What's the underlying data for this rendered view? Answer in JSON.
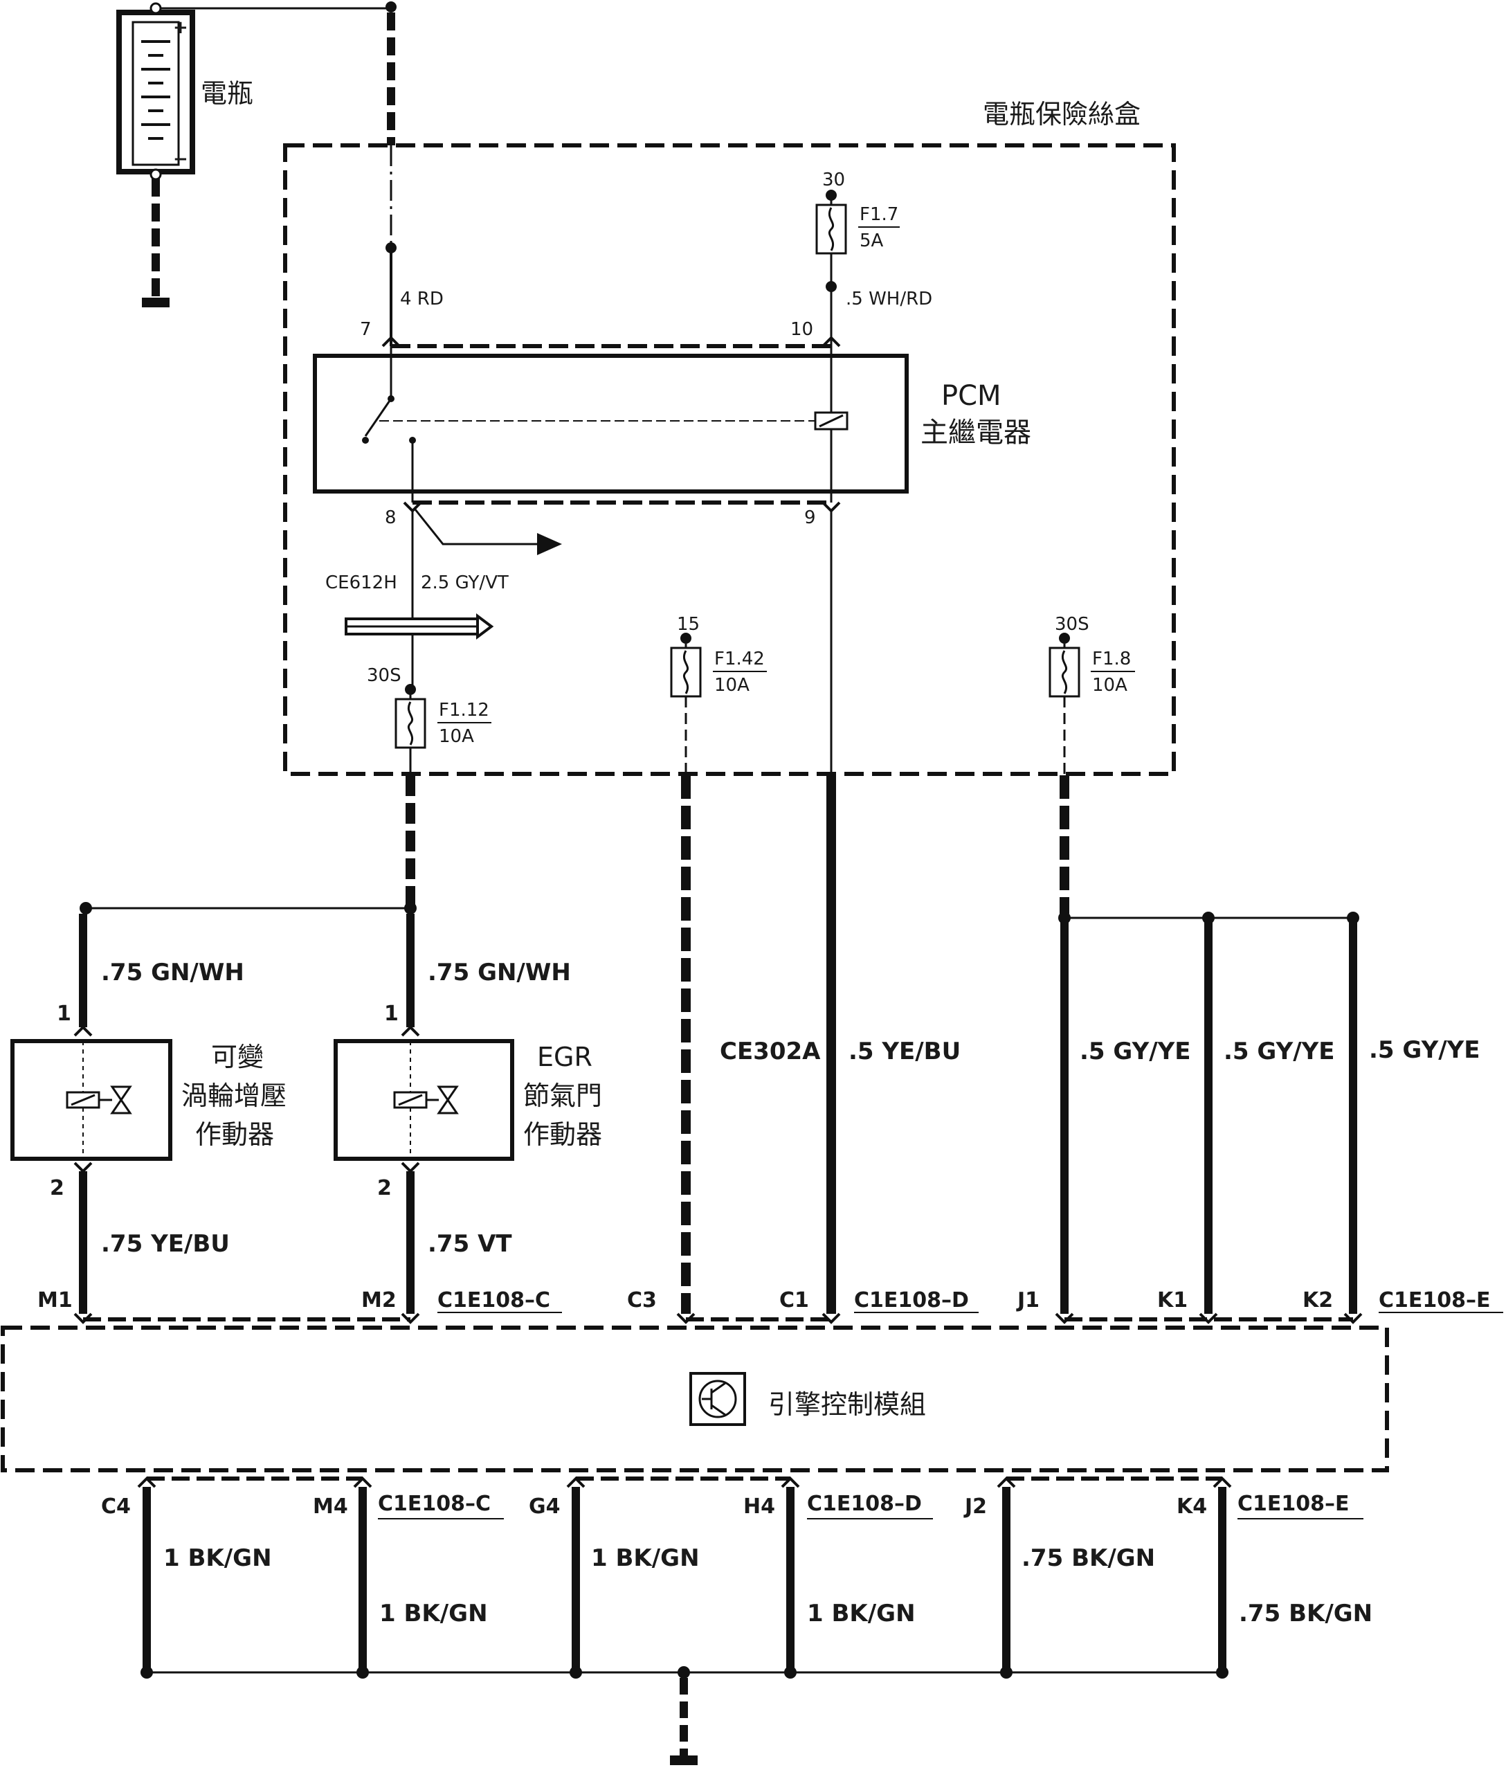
{
  "battery": {
    "label": "電瓶",
    "plus": "+",
    "minus": "−"
  },
  "fuse_box": {
    "label": "電瓶保險絲盒",
    "fuse_f17": {
      "pin": "30",
      "name": "F1.7",
      "rating": "5A"
    },
    "fuse_f112": {
      "pin": "30S",
      "name": "F1.12",
      "rating": "10A"
    },
    "fuse_f142": {
      "pin": "15",
      "name": "F1.42",
      "rating": "10A"
    },
    "fuse_f18": {
      "pin": "30S",
      "name": "F1.8",
      "rating": "10A"
    },
    "wire_4rd": "4 RD",
    "wire_5whrd": ".5 WH/RD",
    "pin7": "7",
    "pin10": "10",
    "pin8": "8",
    "pin9": "9",
    "connector": "CE612H",
    "wire_25gyvt": "2.5 GY/VT"
  },
  "relay": {
    "title": "PCM",
    "subtitle": "主繼電器"
  },
  "actuators": {
    "turbo": {
      "line1": "可變",
      "line2": "渦輪增壓",
      "line3": "作動器",
      "pin1": "1",
      "pin2": "2"
    },
    "egr": {
      "line1": "EGR",
      "line2": "節氣門",
      "line3": "作動器",
      "pin1": "1",
      "pin2": "2"
    }
  },
  "wires": {
    "w75gnwh_a": ".75 GN/WH",
    "w75gnwh_b": ".75 GN/WH",
    "w75yebu": ".75 YE/BU",
    "w75vt": ".75 VT",
    "ce302a": "CE302A",
    "w5yebu": ".5 YE/BU",
    "w5gyye_a": ".5 GY/YE",
    "w5gyye_b": ".5 GY/YE",
    "w5gyye_c": ".5 GY/YE",
    "g1": "1 BK/GN",
    "g2": "1 BK/GN",
    "g3": "1 BK/GN",
    "g4": "1 BK/GN",
    "g5": ".75 BK/GN",
    "g6": ".75 BK/GN"
  },
  "ecm": {
    "label": "引擎控制模組",
    "top_pins": {
      "m1": "M1",
      "m2": "M2",
      "c3": "C3",
      "c1": "C1",
      "j1": "J1",
      "k1": "K1",
      "k2": "K2"
    },
    "top_conn": {
      "c": "C1E108–C",
      "d": "C1E108–D",
      "e": "C1E108–E"
    },
    "bottom_pins": {
      "c4": "C4",
      "m4": "M4",
      "g4": "G4",
      "h4": "H4",
      "j2": "J2",
      "k4": "K4"
    },
    "bottom_conn": {
      "c": "C1E108–C",
      "d": "C1E108–D",
      "e": "C1E108–E"
    }
  }
}
